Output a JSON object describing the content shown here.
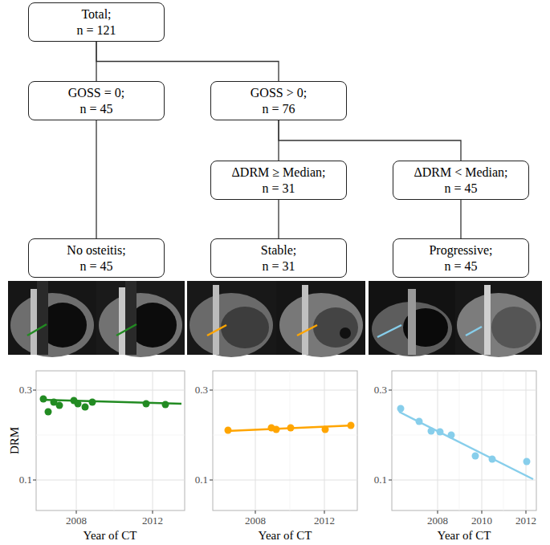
{
  "diagram": {
    "nodes": [
      {
        "text": [
          "Total; n = 121"
        ]
      },
      {
        "text": [
          "GOSS = 0; n = 45"
        ]
      },
      {
        "text": [
          "GOSS > 0; n = 76"
        ]
      },
      {
        "text": [
          "ΔDRM ≥ Median; n = 31"
        ]
      },
      {
        "text": [
          "ΔDRM < Median; n = 45"
        ]
      },
      {
        "text": [
          "No osteitis; n = 45"
        ]
      },
      {
        "text": [
          "Stable; n = 31"
        ]
      },
      {
        "text": [
          "Progressive; n = 45"
        ]
      }
    ],
    "edges": [
      {
        "from": 0,
        "to": 1,
        "arrow": "none"
      },
      {
        "from": 0,
        "to": 2,
        "arrow": "none"
      },
      {
        "from": 1,
        "to": 5,
        "arrow": "none"
      },
      {
        "from": 2,
        "to": 3,
        "arrow": "none"
      },
      {
        "from": 2,
        "to": 4,
        "arrow": "none"
      },
      {
        "from": 3,
        "to": 6,
        "arrow": "none"
      },
      {
        "from": 4,
        "to": 7,
        "arrow": "none"
      }
    ],
    "labels": [
      "DRM",
      "0.3",
      "0.1",
      "2008",
      "2012",
      "Year of CT",
      "0.3",
      "0.1",
      "2008",
      "2012",
      "Year of CT",
      "0.3",
      "0.1",
      "2008",
      "2010",
      "2012",
      "Year of CT"
    ]
  }
}
